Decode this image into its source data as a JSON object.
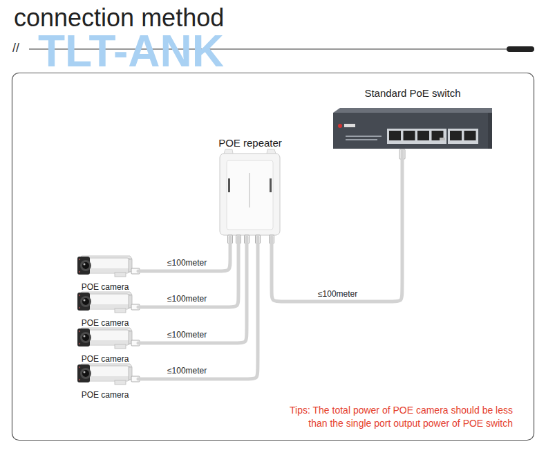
{
  "diagram": {
    "title": "connection method",
    "nodes": [
      {
        "text": [
          "Standard PoE switch"
        ]
      },
      {
        "text": [
          "POE repeater"
        ]
      },
      {
        "text": [
          "POE camera"
        ]
      },
      {
        "text": [
          "POE camera"
        ]
      },
      {
        "text": [
          "POE camera"
        ]
      },
      {
        "text": [
          "POE camera"
        ]
      }
    ],
    "edges": [
      {
        "from": 0,
        "to": 1,
        "label": "≤100meter",
        "arrow": "none"
      },
      {
        "from": 1,
        "to": 2,
        "label": "≤100meter",
        "arrow": "none"
      },
      {
        "from": 1,
        "to": 3,
        "label": "≤100meter",
        "arrow": "none"
      },
      {
        "from": 1,
        "to": 4,
        "label": "≤100meter",
        "arrow": "none"
      },
      {
        "from": 1,
        "to": 5,
        "label": "≤100meter",
        "arrow": "none"
      }
    ],
    "labels": [
      "//",
      "TLT-ANK",
      "Tips: The total power of POE camera should be less than the single port output power of POE switch"
    ]
  }
}
